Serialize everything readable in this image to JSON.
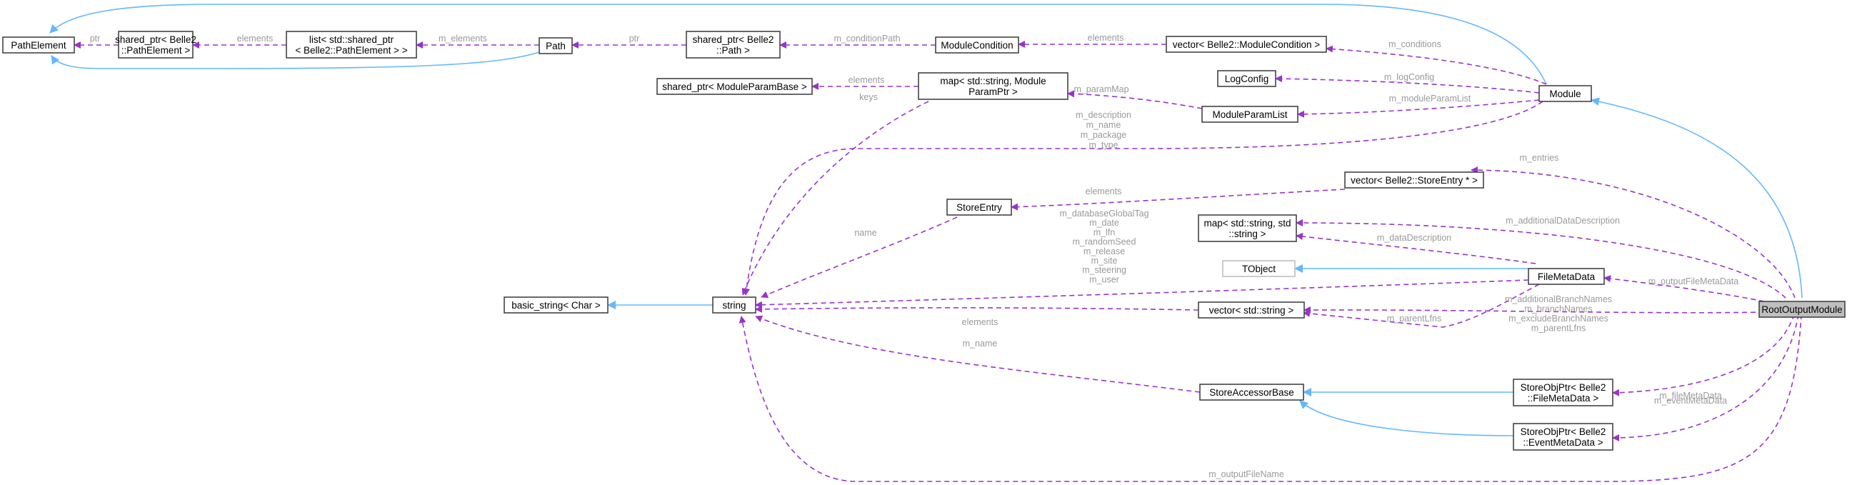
{
  "nodes": [
    {
      "id": "pathelement",
      "lines": [
        "PathElement"
      ]
    },
    {
      "id": "sp_pathelement",
      "lines": [
        "shared_ptr< Belle2",
        "::PathElement >"
      ]
    },
    {
      "id": "list_sp",
      "lines": [
        "list< std::shared_ptr",
        "< Belle2::PathElement > >"
      ]
    },
    {
      "id": "path",
      "lines": [
        "Path"
      ]
    },
    {
      "id": "sp_path",
      "lines": [
        "shared_ptr< Belle2",
        "::Path >"
      ]
    },
    {
      "id": "modulecondition",
      "lines": [
        "ModuleCondition"
      ]
    },
    {
      "id": "vec_modcond",
      "lines": [
        "vector< Belle2::ModuleCondition >"
      ]
    },
    {
      "id": "sp_moduleparambase",
      "lines": [
        "shared_ptr< ModuleParamBase >"
      ]
    },
    {
      "id": "map_moduleparam",
      "lines": [
        "map< std::string, Module",
        "ParamPtr >"
      ]
    },
    {
      "id": "logconfig",
      "lines": [
        "LogConfig"
      ]
    },
    {
      "id": "moduleparamlist",
      "lines": [
        "ModuleParamList"
      ]
    },
    {
      "id": "module",
      "lines": [
        "Module"
      ]
    },
    {
      "id": "vec_storeentry",
      "lines": [
        "vector< Belle2::StoreEntry * >"
      ]
    },
    {
      "id": "storeentry",
      "lines": [
        "StoreEntry"
      ]
    },
    {
      "id": "map_string",
      "lines": [
        "map< std::string, std",
        "::string >"
      ]
    },
    {
      "id": "tobject",
      "lines": [
        "TObject"
      ]
    },
    {
      "id": "filemetadata",
      "lines": [
        "FileMetaData"
      ]
    },
    {
      "id": "basic_string",
      "lines": [
        "basic_string< Char >"
      ]
    },
    {
      "id": "string",
      "lines": [
        "string"
      ]
    },
    {
      "id": "rootoutputmodule",
      "lines": [
        "RootOutputModule"
      ]
    },
    {
      "id": "vec_string",
      "lines": [
        "vector< std::string >"
      ]
    },
    {
      "id": "storeaccessorbase",
      "lines": [
        "StoreAccessorBase"
      ]
    },
    {
      "id": "sop_filemetadata",
      "lines": [
        "StoreObjPtr< Belle2",
        "::FileMetaData >"
      ]
    },
    {
      "id": "sop_eventmetadata",
      "lines": [
        "StoreObjPtr< Belle2",
        "::EventMetaData >"
      ]
    }
  ],
  "edge_labels": [
    {
      "id": "ptr1",
      "lines": [
        "ptr"
      ]
    },
    {
      "id": "elements1",
      "lines": [
        "elements"
      ]
    },
    {
      "id": "m_elements",
      "lines": [
        "m_elements"
      ]
    },
    {
      "id": "ptr2",
      "lines": [
        "ptr"
      ]
    },
    {
      "id": "m_conditionpath",
      "lines": [
        "m_conditionPath"
      ]
    },
    {
      "id": "elements2",
      "lines": [
        "elements"
      ]
    },
    {
      "id": "m_conditions",
      "lines": [
        "m_conditions"
      ]
    },
    {
      "id": "elements3",
      "lines": [
        "elements"
      ]
    },
    {
      "id": "keys",
      "lines": [
        "keys"
      ]
    },
    {
      "id": "m_parammap",
      "lines": [
        "m_paramMap"
      ]
    },
    {
      "id": "m_logconfig",
      "lines": [
        "m_logConfig"
      ]
    },
    {
      "id": "m_moduleparamlist",
      "lines": [
        "m_moduleParamList"
      ]
    },
    {
      "id": "module_strings",
      "lines": [
        "m_description",
        "m_name",
        "m_package",
        "m_type"
      ]
    },
    {
      "id": "m_entries",
      "lines": [
        "m_entries"
      ]
    },
    {
      "id": "elements4",
      "lines": [
        "elements"
      ]
    },
    {
      "id": "name",
      "lines": [
        "name"
      ]
    },
    {
      "id": "fmd_strings",
      "lines": [
        "m_databaseGlobalTag",
        "m_date",
        "m_lfn",
        "m_randomSeed",
        "m_release",
        "m_site",
        "m_steering",
        "m_user"
      ]
    },
    {
      "id": "m_additionaldatadescription",
      "lines": [
        "m_additionalDataDescription"
      ]
    },
    {
      "id": "m_datadescription",
      "lines": [
        "m_dataDescription"
      ]
    },
    {
      "id": "m_outputfilemetadata",
      "lines": [
        "m_outputFileMetaData"
      ]
    },
    {
      "id": "m_parentlfns",
      "lines": [
        "m_parentLfns"
      ]
    },
    {
      "id": "rom_vecstrings",
      "lines": [
        "m_additionalBranchNames",
        "m_branchNames",
        "m_excludeBranchNames",
        "m_parentLfns"
      ]
    },
    {
      "id": "elements5",
      "lines": [
        "elements"
      ]
    },
    {
      "id": "m_name",
      "lines": [
        "m_name"
      ]
    },
    {
      "id": "m_filemetadata",
      "lines": [
        "m_fileMetaData"
      ]
    },
    {
      "id": "m_eventmetadata",
      "lines": [
        "m_eventMetaData"
      ]
    },
    {
      "id": "m_outputfilename",
      "lines": [
        "m_outputFileName"
      ]
    }
  ],
  "colors": {
    "dependency": "#9a32cd",
    "inheritance": "#63b8ff",
    "label": "#9a9a9a",
    "highlight_fill": "#bfbfbf"
  }
}
